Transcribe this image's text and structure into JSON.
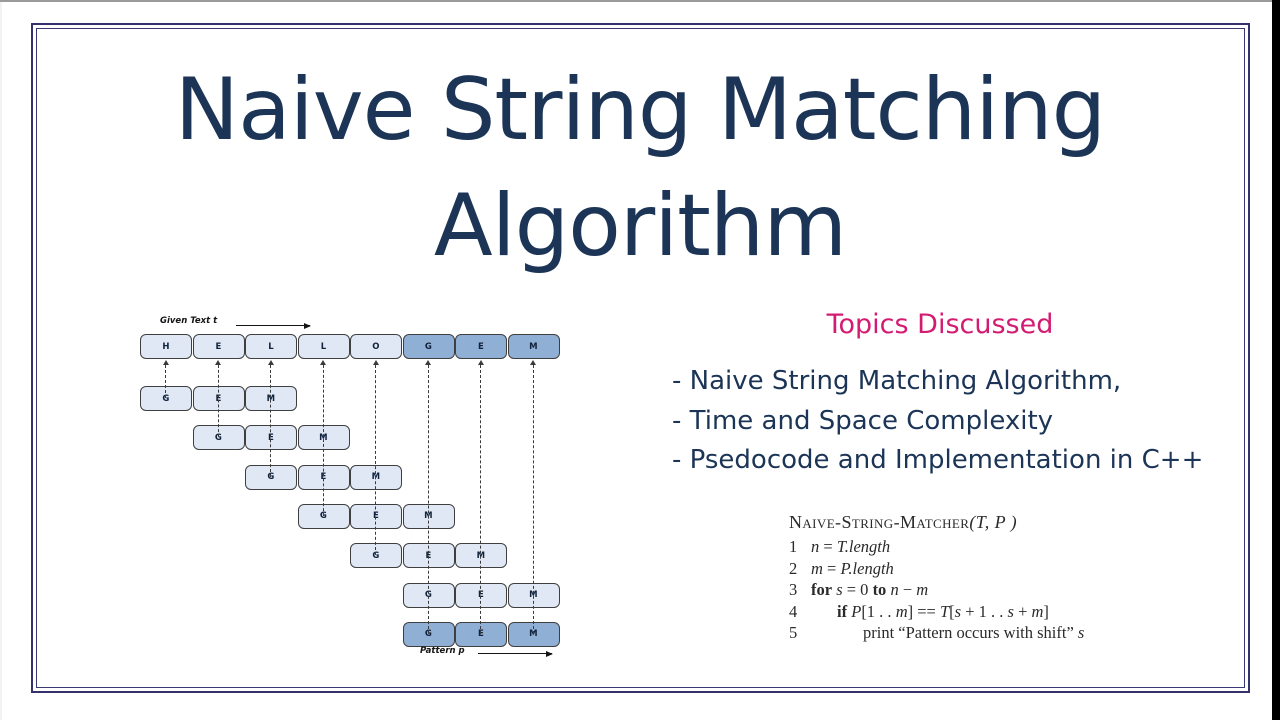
{
  "slide": {
    "title_lines": [
      "Naive String Matching",
      "Algorithm"
    ],
    "accent_color": "#1c3557",
    "frame_color": "#34316b"
  },
  "topics": {
    "heading": "Topics Discussed",
    "heading_color": "#d41b72",
    "items": [
      "- Naive String Matching Algorithm,",
      "- Time and Space Complexity",
      "- Psedocode and Implementation in C++"
    ]
  },
  "pseudocode": {
    "title": "Naive-String-Matcher",
    "title_args": "(T, P )",
    "lines": [
      {
        "num": "1",
        "indent": 0,
        "parts": [
          {
            "t": "n",
            "s": "i"
          },
          {
            "t": " = ",
            "s": "n"
          },
          {
            "t": "T.length",
            "s": "i"
          }
        ]
      },
      {
        "num": "2",
        "indent": 0,
        "parts": [
          {
            "t": "m",
            "s": "i"
          },
          {
            "t": " = ",
            "s": "n"
          },
          {
            "t": "P.length",
            "s": "i"
          }
        ]
      },
      {
        "num": "3",
        "indent": 0,
        "parts": [
          {
            "t": "for",
            "s": "b"
          },
          {
            "t": " ",
            "s": "n"
          },
          {
            "t": "s",
            "s": "i"
          },
          {
            "t": " = 0 ",
            "s": "n"
          },
          {
            "t": "to",
            "s": "b"
          },
          {
            "t": " ",
            "s": "n"
          },
          {
            "t": "n",
            "s": "i"
          },
          {
            "t": " − ",
            "s": "n"
          },
          {
            "t": "m",
            "s": "i"
          }
        ]
      },
      {
        "num": "4",
        "indent": 1,
        "parts": [
          {
            "t": "if",
            "s": "b"
          },
          {
            "t": " ",
            "s": "n"
          },
          {
            "t": "P",
            "s": "i"
          },
          {
            "t": "[1 . . ",
            "s": "n"
          },
          {
            "t": "m",
            "s": "i"
          },
          {
            "t": "] == ",
            "s": "n"
          },
          {
            "t": "T",
            "s": "i"
          },
          {
            "t": "[",
            "s": "n"
          },
          {
            "t": "s",
            "s": "i"
          },
          {
            "t": " + 1 . . ",
            "s": "n"
          },
          {
            "t": "s",
            "s": "i"
          },
          {
            "t": " + ",
            "s": "n"
          },
          {
            "t": "m",
            "s": "i"
          },
          {
            "t": "]",
            "s": "n"
          }
        ]
      },
      {
        "num": "5",
        "indent": 2,
        "parts": [
          {
            "t": "print “Pattern occurs with shift” ",
            "s": "n"
          },
          {
            "t": "s",
            "s": "i"
          }
        ]
      }
    ]
  },
  "diagram": {
    "text_label": "Given Text t",
    "pattern_label": "Pattern p",
    "text_string": [
      "H",
      "E",
      "L",
      "L",
      "O",
      "G",
      "E",
      "M"
    ],
    "text_highlight_from": 5,
    "pattern": [
      "G",
      "E",
      "M"
    ],
    "shift_rows": [
      {
        "shift": 0,
        "highlight": false
      },
      {
        "shift": 1,
        "highlight": false
      },
      {
        "shift": 2,
        "highlight": false
      },
      {
        "shift": 3,
        "highlight": false
      },
      {
        "shift": 4,
        "highlight": false
      },
      {
        "shift": 5,
        "highlight": false
      },
      {
        "shift": 5,
        "highlight": true
      }
    ],
    "colors": {
      "cell": "#dfe8f4",
      "highlight": "#8fafd4",
      "border": "#3f3f3f"
    }
  }
}
